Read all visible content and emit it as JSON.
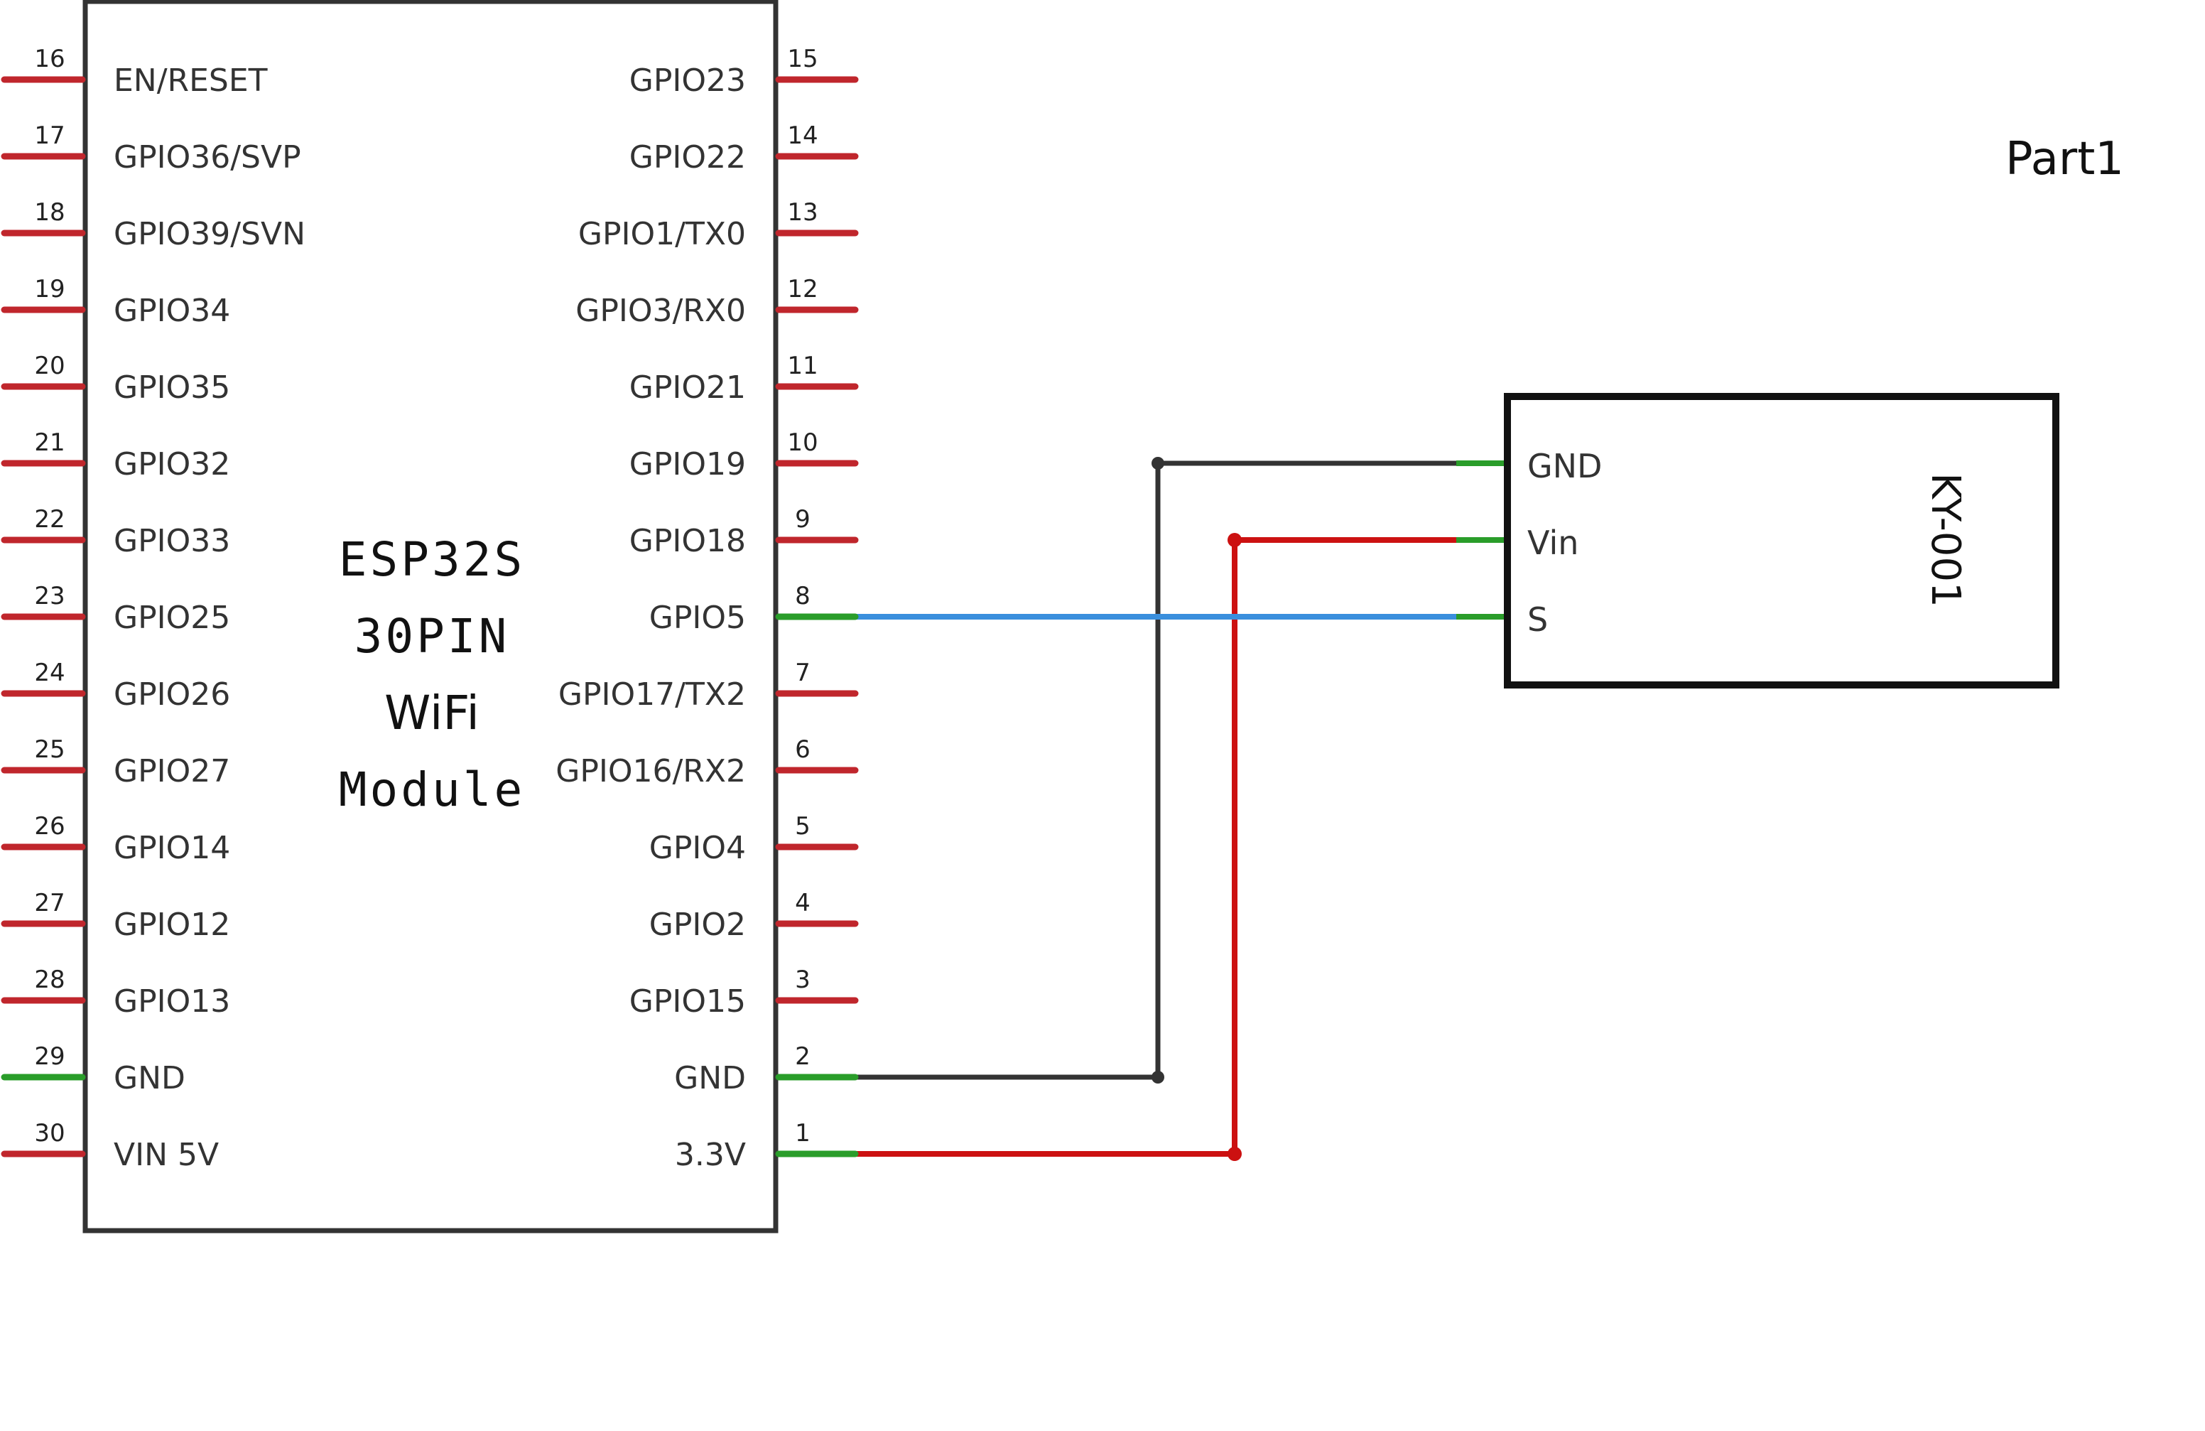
{
  "part_label": "Part1",
  "esp32": {
    "title_lines": [
      "ESP32S",
      "30PIN",
      "WiFi",
      "Module"
    ],
    "left_pins": [
      {
        "num": "16",
        "label": "EN/RESET",
        "connected": false
      },
      {
        "num": "17",
        "label": "GPIO36/SVP",
        "connected": false
      },
      {
        "num": "18",
        "label": "GPIO39/SVN",
        "connected": false
      },
      {
        "num": "19",
        "label": "GPIO34",
        "connected": false
      },
      {
        "num": "20",
        "label": "GPIO35",
        "connected": false
      },
      {
        "num": "21",
        "label": "GPIO32",
        "connected": false
      },
      {
        "num": "22",
        "label": "GPIO33",
        "connected": false
      },
      {
        "num": "23",
        "label": "GPIO25",
        "connected": false
      },
      {
        "num": "24",
        "label": "GPIO26",
        "connected": false
      },
      {
        "num": "25",
        "label": "GPIO27",
        "connected": false
      },
      {
        "num": "26",
        "label": "GPIO14",
        "connected": false
      },
      {
        "num": "27",
        "label": "GPIO12",
        "connected": false
      },
      {
        "num": "28",
        "label": "GPIO13",
        "connected": false
      },
      {
        "num": "29",
        "label": "GND",
        "connected": true
      },
      {
        "num": "30",
        "label": "VIN 5V",
        "connected": false
      }
    ],
    "right_pins": [
      {
        "num": "15",
        "label": "GPIO23",
        "connected": false
      },
      {
        "num": "14",
        "label": "GPIO22",
        "connected": false
      },
      {
        "num": "13",
        "label": "GPIO1/TX0",
        "connected": false
      },
      {
        "num": "12",
        "label": "GPIO3/RX0",
        "connected": false
      },
      {
        "num": "11",
        "label": "GPIO21",
        "connected": false
      },
      {
        "num": "10",
        "label": "GPIO19",
        "connected": false
      },
      {
        "num": "9",
        "label": "GPIO18",
        "connected": false
      },
      {
        "num": "8",
        "label": "GPIO5",
        "connected": true
      },
      {
        "num": "7",
        "label": "GPIO17/TX2",
        "connected": false
      },
      {
        "num": "6",
        "label": "GPIO16/RX2",
        "connected": false
      },
      {
        "num": "5",
        "label": "GPIO4",
        "connected": false
      },
      {
        "num": "4",
        "label": "GPIO2",
        "connected": false
      },
      {
        "num": "3",
        "label": "GPIO15",
        "connected": false
      },
      {
        "num": "2",
        "label": "GND",
        "connected": true
      },
      {
        "num": "1",
        "label": "3.3V",
        "connected": true
      }
    ]
  },
  "module": {
    "title": "KY-001",
    "pins": [
      "GND",
      "Vin",
      "S"
    ]
  },
  "wires": [
    {
      "from": "esp32.right.GND",
      "to": "module.GND",
      "color": "#333333"
    },
    {
      "from": "esp32.right.3.3V",
      "to": "module.Vin",
      "color": "#cc1111"
    },
    {
      "from": "esp32.right.GPIO5",
      "to": "module.S",
      "color": "#3a8fdd"
    }
  ],
  "colors": {
    "unconnected_pin": "#c0262c",
    "connected_pin": "#2a9d2a",
    "outline": "#222222"
  }
}
